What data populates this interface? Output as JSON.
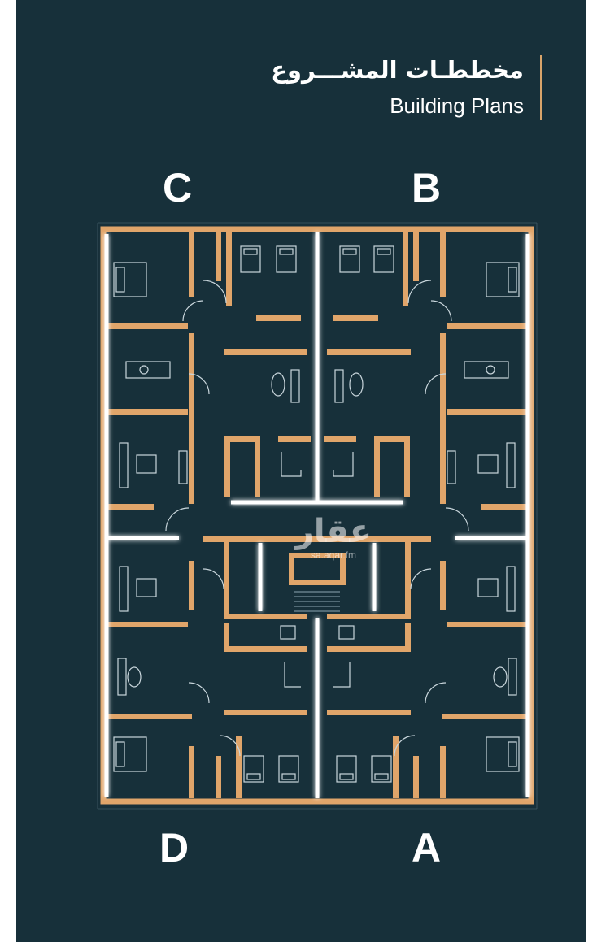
{
  "header": {
    "title_ar": "مخططـات المشـــروع",
    "title_en": "Building Plans"
  },
  "blocks": {
    "top_left": "C",
    "top_right": "B",
    "bottom_left": "D",
    "bottom_right": "A"
  },
  "watermark": {
    "logo": "عقار",
    "url": "sa.aqar.fm"
  },
  "colors": {
    "background": "#17303a",
    "wall": "#e0a56a",
    "glow": "#ffffff",
    "furniture": "#c9d6dc"
  }
}
